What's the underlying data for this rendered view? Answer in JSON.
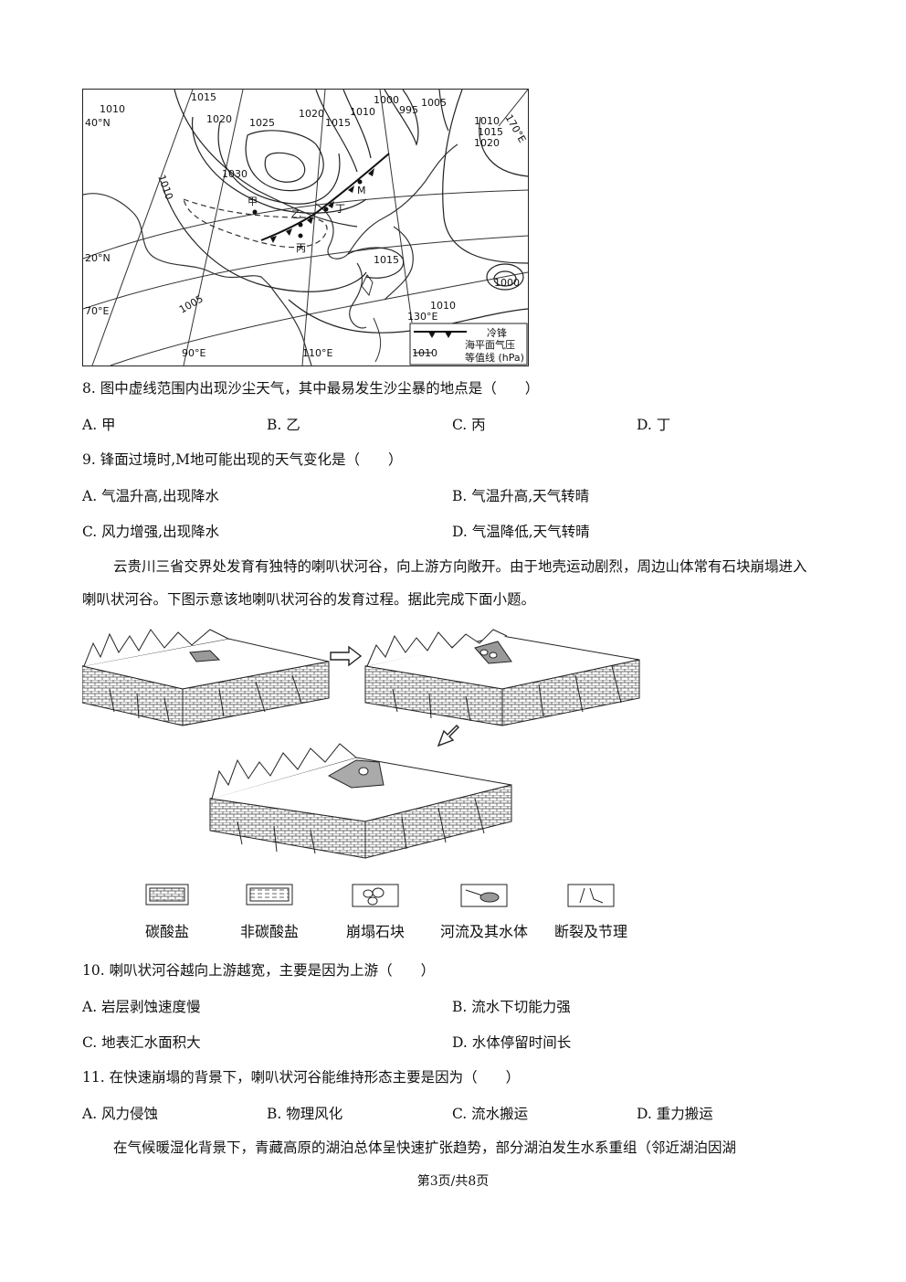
{
  "map": {
    "isobars": [
      "1015",
      "1010",
      "1020",
      "1025",
      "1020",
      "1015",
      "1010",
      "1000",
      "995",
      "1005",
      "1010",
      "1015",
      "1020",
      "1030",
      "1010",
      "1015",
      "1010",
      "1000",
      "1005"
    ],
    "places": [
      "甲",
      "乙",
      "丙",
      "丁",
      "M"
    ],
    "lat_lon": [
      "40°N",
      "170°E",
      "20°N",
      "70°E",
      "130°E",
      "90°E",
      "110°E"
    ],
    "legend": {
      "front": "冷锋",
      "isobar_line1": "海平面气压",
      "isobar_line2": "等值线 (hPa)",
      "isobar_value": "1010"
    }
  },
  "q8": {
    "stem": "8. 图中虚线范围内出现沙尘天气，其中最易发生沙尘暴的地点是（　　）",
    "options": [
      "A. 甲",
      "B. 乙",
      "C. 丙",
      "D. 丁"
    ]
  },
  "q9": {
    "stem": "9. 锋面过境时,M地可能出现的天气变化是（　　）",
    "options": [
      "A. 气温升高,出现降水",
      "B. 气温升高,天气转晴",
      "C. 风力增强,出现降水",
      "D. 气温降低,天气转晴"
    ]
  },
  "passage1": "云贵川三省交界处发育有独特的喇叭状河谷，向上游方向敞开。由于地壳运动剧烈，周边山体常有石块崩塌进入喇叭状河谷。下图示意该地喇叭状河谷的发育过程。据此完成下面小题。",
  "legend2": [
    "碳酸盐",
    "非碳酸盐",
    "崩塌石块",
    "河流及其水体",
    "断裂及节理"
  ],
  "q10": {
    "stem": "10. 喇叭状河谷越向上游越宽，主要是因为上游（　　）",
    "options": [
      "A. 岩层剥蚀速度慢",
      "B. 流水下切能力强",
      "C. 地表汇水面积大",
      "D. 水体停留时间长"
    ]
  },
  "q11": {
    "stem": "11. 在快速崩塌的背景下，喇叭状河谷能维持形态主要是因为（　　）",
    "options": [
      "A. 风力侵蚀",
      "B. 物理风化",
      "C. 流水搬运",
      "D. 重力搬运"
    ]
  },
  "passage2": "在气候暖湿化背景下，青藏高原的湖泊总体呈快速扩张趋势，部分湖泊发生水系重组（邻近湖泊因湖",
  "footer": "第3页/共8页"
}
